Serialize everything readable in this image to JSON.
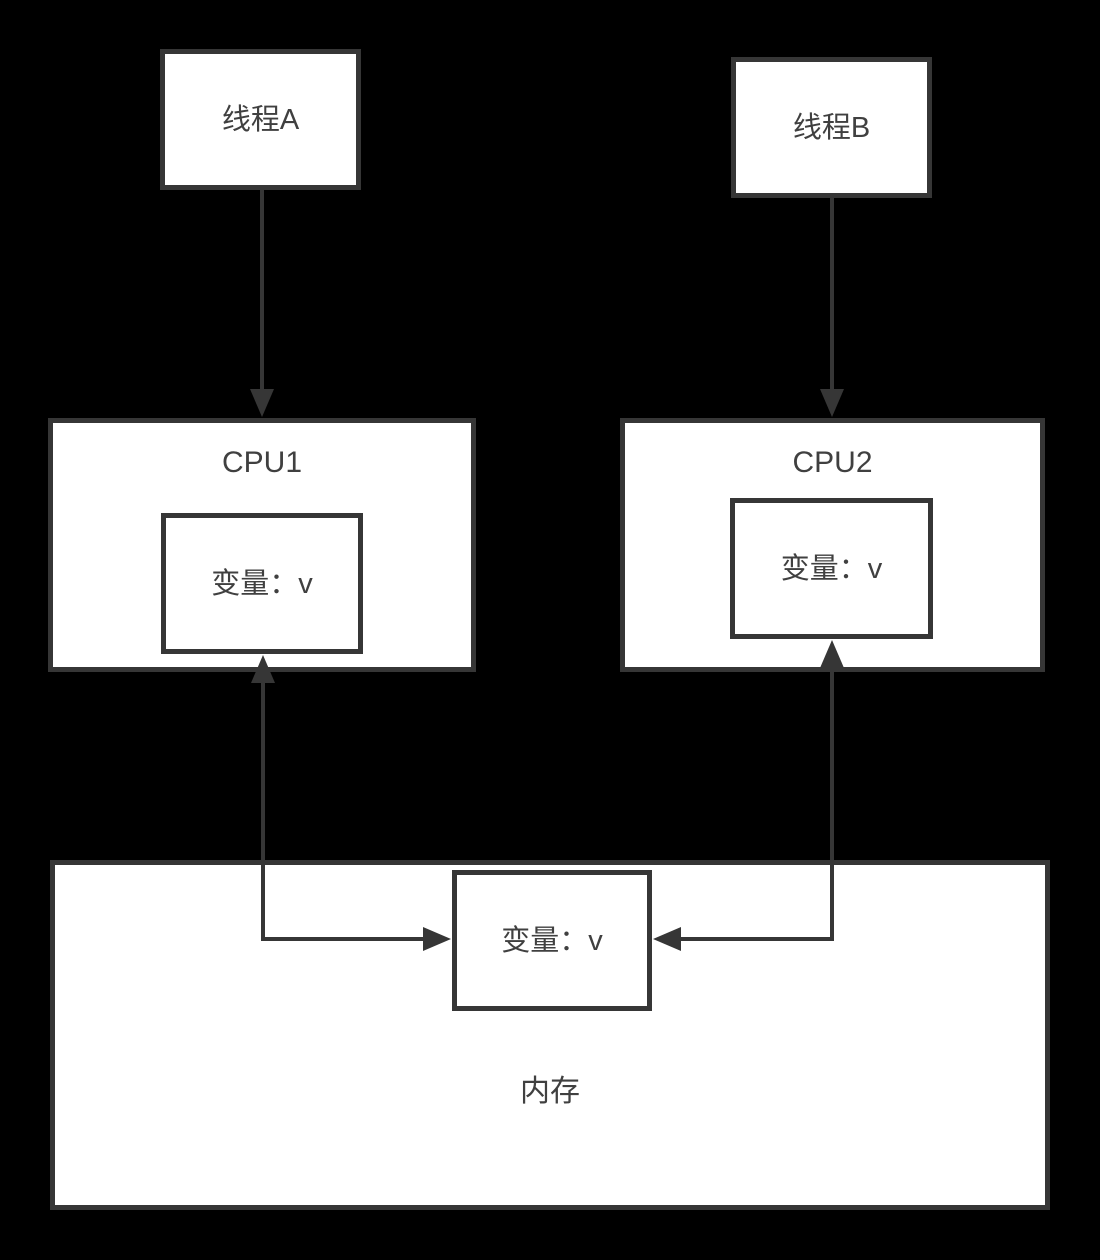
{
  "diagram": {
    "title": "shared-variable-memory-model",
    "colors": {
      "background": "#000000",
      "stroke": "#363636",
      "node_fill": "#ffffff",
      "text": "#404040"
    },
    "nodes": {
      "thread_a": {
        "label": "线程A"
      },
      "thread_b": {
        "label": "线程B"
      },
      "cpu1": {
        "label": "CPU1"
      },
      "cpu2": {
        "label": "CPU2"
      },
      "cpu1_variable": {
        "label": "变量：v"
      },
      "cpu2_variable": {
        "label": "变量：v"
      },
      "memory": {
        "label": "内存"
      },
      "memory_variable": {
        "label": "变量：v"
      }
    },
    "edges": [
      {
        "from": "thread_a",
        "to": "cpu1",
        "arrows": "end"
      },
      {
        "from": "thread_b",
        "to": "cpu2",
        "arrows": "end"
      },
      {
        "from": "memory_variable",
        "to": "cpu1_variable",
        "arrows": "both",
        "shape": "elbow"
      },
      {
        "from": "memory_variable",
        "to": "cpu2_variable",
        "arrows": "both",
        "shape": "elbow"
      }
    ]
  }
}
